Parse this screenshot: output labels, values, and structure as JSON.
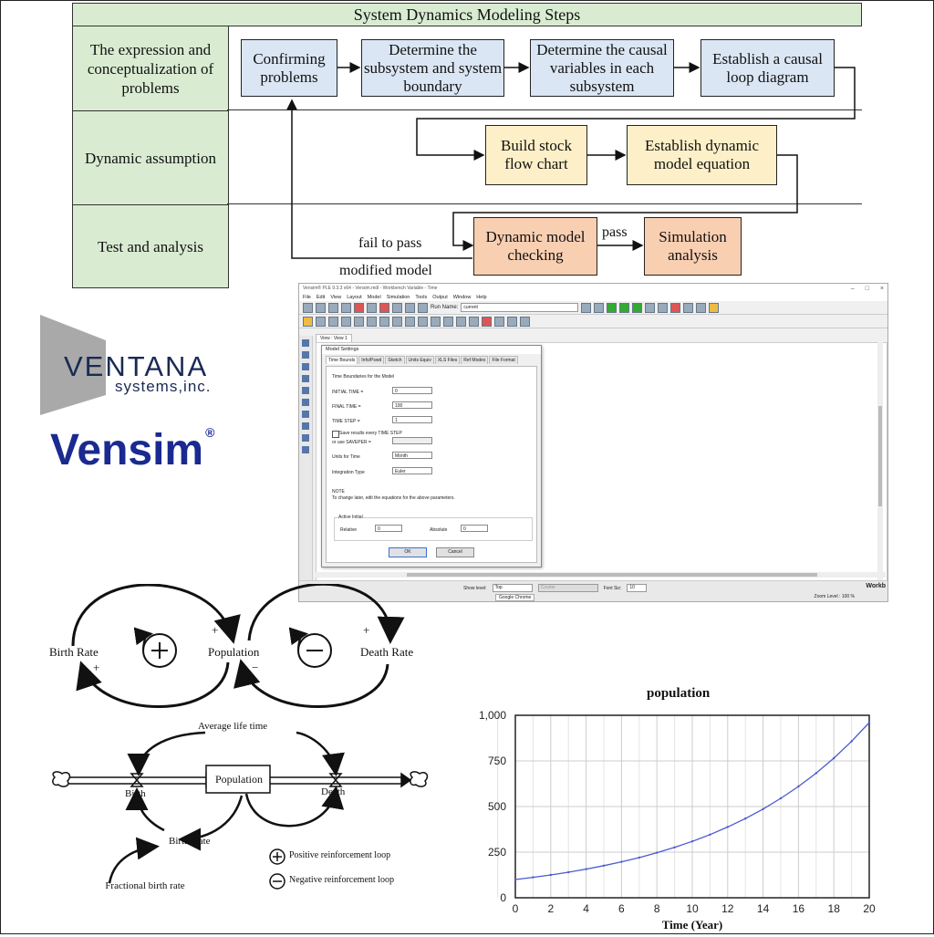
{
  "flowchart": {
    "title": "System Dynamics Modeling Steps",
    "rows": [
      "The expression and conceptualization of problems",
      "Dynamic assumption",
      "Test and analysis"
    ],
    "boxes": {
      "confirming": "Confirming problems",
      "subsystem": "Determine the subsystem and system boundary",
      "causal_vars": "Determine the causal variables in each subsystem",
      "causal_loop": "Establish a causal loop diagram",
      "stock_flow": "Build stock flow chart",
      "dyn_eq": "Establish dynamic model equation",
      "checking": "Dynamic model checking",
      "simulation": "Simulation analysis"
    },
    "labels": {
      "fail": "fail to pass",
      "modified": "modified model",
      "pass": "pass"
    },
    "colors": {
      "header_green": "#d9ecd2",
      "blue": "#dbe6f4",
      "yellow": "#fdf0c8",
      "orange": "#f9cfb2"
    }
  },
  "logos": {
    "ventana_word": "VENTANA",
    "ventana_sub": "systems,inc.",
    "vensim_word": "Vensim",
    "vensim_reg": "®"
  },
  "app": {
    "window_title": "Vensim® PLE 9.3.3 x64 - Vensim.mdl - Workbench Variable - Time",
    "menu": [
      "File",
      "Edit",
      "View",
      "Layout",
      "Model",
      "Simulation",
      "Tools",
      "Output",
      "Window",
      "Help"
    ],
    "run_label": "Run Name:",
    "run_name": "current",
    "view_tab": "View : View 1",
    "dialog": {
      "title": "Model Settings",
      "tabs": [
        "Time Bounds",
        "Info/Pswd",
        "Sketch",
        "Units Equiv",
        "XLS Files",
        "Ref Modes",
        "File Format"
      ],
      "section": "Time Boundaries for the Model",
      "initial_time_label": "INITIAL TIME =",
      "initial_time": "0",
      "final_time_label": "FINAL TIME =",
      "final_time": "100",
      "time_step_label": "TIME STEP =",
      "time_step": "1",
      "save_results": "Save results every TIME STEP",
      "saveper_label": "or use SAVEPER =",
      "units_label": "Units for Time",
      "units_value": "Month",
      "integration_label": "Integration Type",
      "integration_value": "Euler",
      "note_title": "NOTE",
      "note_text": "To change later, edit the equations for the above parameters.",
      "active_initial": "Active Initial",
      "relative_label": "Relative",
      "relative_value": "0",
      "absolute_label": "Absolute",
      "absolute_value": "0",
      "ok": "OK",
      "cancel": "Cancel"
    },
    "status": {
      "show_level": "Show level:",
      "level_value": "Top",
      "font_value": "Courier",
      "font_size_label": "Font Siz:",
      "font_size": "10",
      "google": "Google Chrome",
      "zoom": "Zoom Level : 100 %",
      "workbench": "Workb"
    }
  },
  "causal_loop": {
    "birth_rate": "Birth Rate",
    "population": "Population",
    "death_rate": "Death Rate",
    "plus": "+",
    "minus": "−",
    "avg_life": "Average life time",
    "birth": "Birth",
    "death": "Death",
    "birth_rate2": "Birth Rate",
    "fractional": "Fractional birth rate",
    "legend_positive": "Positive reinforcement loop",
    "legend_negative": "Negative reinforcement loop"
  },
  "chart_data": {
    "type": "line",
    "title": "population",
    "xlabel": "Time (Year)",
    "ylabel": "",
    "xlim": [
      0,
      20
    ],
    "ylim": [
      0,
      1000
    ],
    "xticks": [
      0,
      2,
      4,
      6,
      8,
      10,
      12,
      14,
      16,
      18,
      20
    ],
    "yticks": [
      0,
      250,
      500,
      750,
      1000
    ],
    "ytick_labels": [
      "0",
      "250",
      "500",
      "750",
      "1,000"
    ],
    "grid": true,
    "series": [
      {
        "color": "#4a5ad0",
        "x": [
          0,
          1,
          2,
          3,
          4,
          5,
          6,
          7,
          8,
          9,
          10,
          11,
          12,
          13,
          14,
          15,
          16,
          17,
          18,
          19,
          20
        ],
        "values": [
          100,
          112,
          125,
          140,
          157,
          176,
          197,
          220,
          247,
          276,
          309,
          346,
          388,
          434,
          486,
          545,
          610,
          683,
          765,
          857,
          960
        ]
      }
    ]
  }
}
